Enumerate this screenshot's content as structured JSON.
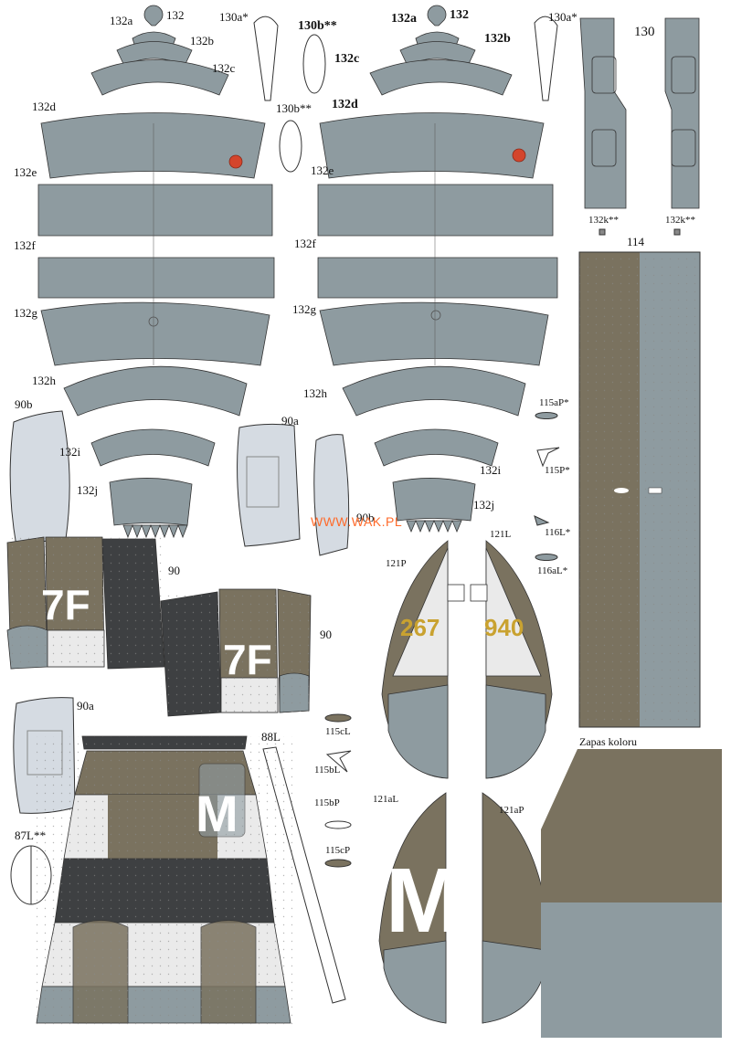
{
  "watermark": "WWW.WAK.PL",
  "color_reserve_label": "Zapas koloru",
  "colors": {
    "grey_blue": "#8e9ba0",
    "olive": "#7a725f",
    "dark_grey": "#3e4042",
    "white": "#eaeaea",
    "pale_blue": "#d5dbe2",
    "red": "#d4452c",
    "yellow": "#c9a230",
    "watermark": "#ff6a2a"
  },
  "markings": {
    "code_a": "7F",
    "code_b": "7F",
    "serial_left": "267",
    "serial_right": "940",
    "letter_fuselage": "M",
    "letter_tail": "M"
  },
  "labels": {
    "p132_l": "132",
    "p132a_l": "132a",
    "p132b_l": "132b",
    "p132c_l": "132c",
    "p132d_l": "132d",
    "p132e_l": "132e",
    "p132f_l": "132f",
    "p132g_l": "132g",
    "p132h_l": "132h",
    "p132i_l": "132i",
    "p132j_l": "132j",
    "p130a_l": "130a*",
    "p130b_l": "130b**",
    "p130b_l2": "130b**",
    "p132_r": "132",
    "p132a_r": "132a",
    "p132b_r": "132b",
    "p132c_r": "132c",
    "p132d_r": "132d",
    "p132e_r": "132e",
    "p132f_r": "132f",
    "p132g_r": "132g",
    "p132h_r": "132h",
    "p132i_r": "132i",
    "p132j_r": "132j",
    "p130a_r": "130a*",
    "p130": "130",
    "p132k_1": "132k**",
    "p132k_2": "132k**",
    "p114": "114",
    "p90b": "90b",
    "p90a": "90a",
    "p90b_2": "90b",
    "p90_1": "90",
    "p90_2": "90",
    "p90a_2": "90a",
    "p87L": "87L**",
    "p88L": "88L",
    "p115aP": "115aP*",
    "p115P": "115P*",
    "p116L": "116L*",
    "p116aL": "116aL*",
    "p121P": "121P",
    "p121L": "121L",
    "p121aL": "121aL",
    "p121aP": "121aP",
    "p115cL": "115cL",
    "p115bL": "115bL",
    "p115bP": "115bP",
    "p115cP": "115cP"
  }
}
